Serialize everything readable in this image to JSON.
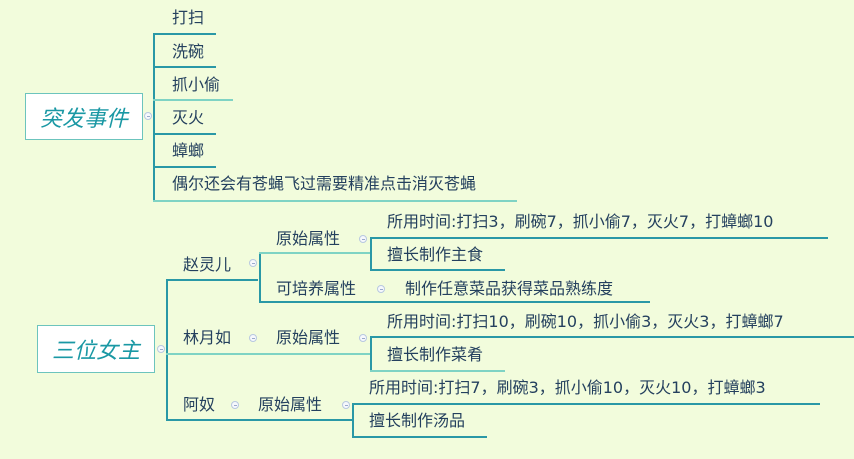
{
  "events": {
    "title": "突发事件",
    "items": [
      "打扫",
      "洗碗",
      "抓小偷",
      "灭火",
      "蟑螂",
      "偶尔还会有苍蝇飞过需要精准点击消灭苍蝇"
    ]
  },
  "heroines": {
    "title": "三位女主",
    "zhao": {
      "name": "赵灵儿",
      "orig_label": "原始属性",
      "time": "所用时间:打扫3，刷碗7，抓小偷7，灭火7，打蟑螂10",
      "skill": "擅长制作主食",
      "train_label": "可培养属性",
      "train": "制作任意菜品获得菜品熟练度"
    },
    "lin": {
      "name": "林月如",
      "orig_label": "原始属性",
      "time": "所用时间:打扫10，刷碗10，抓小偷3，灭火3，打蟑螂7",
      "skill": "擅长制作菜肴"
    },
    "anu": {
      "name": "阿奴",
      "orig_label": "原始属性",
      "time": "所用时间:打扫7，刷碗3，抓小偷10，灭火10，打蟑螂3",
      "skill": "擅长制作汤品"
    }
  }
}
